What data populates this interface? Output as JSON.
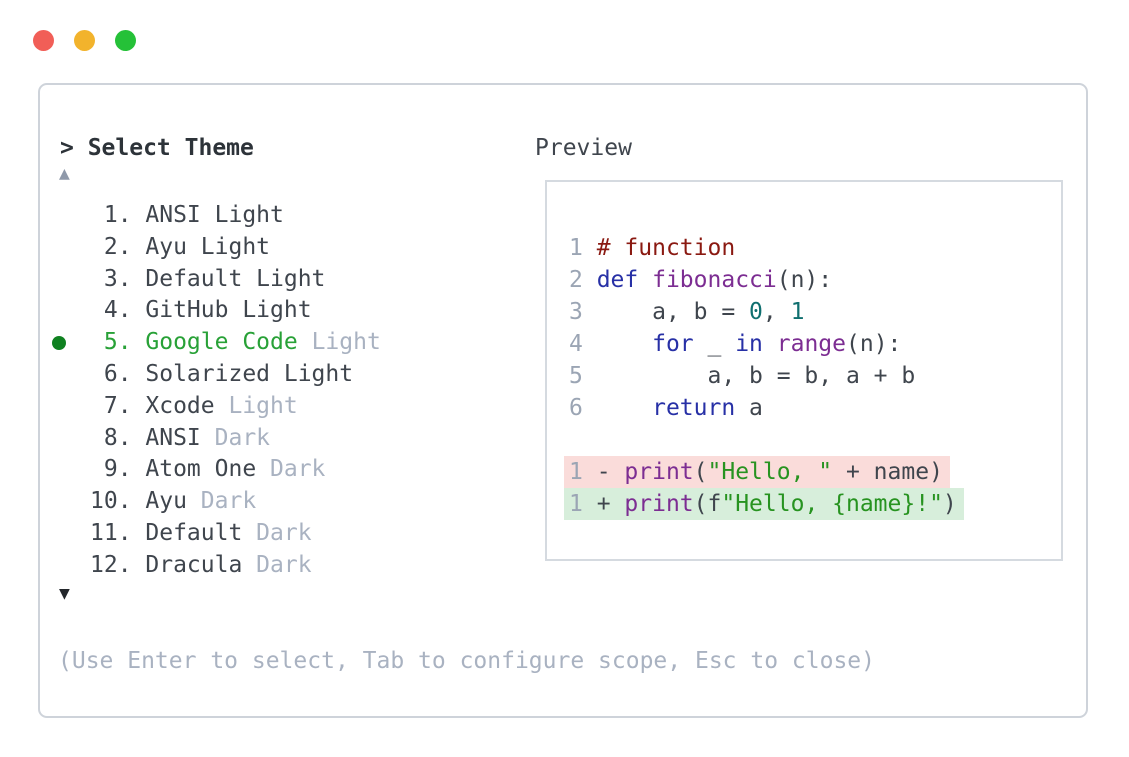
{
  "window": {
    "traffic_lights": [
      {
        "name": "close"
      },
      {
        "name": "minimize"
      },
      {
        "name": "zoom"
      }
    ]
  },
  "picker": {
    "prompt": "> Select Theme",
    "scroll_up": "▲",
    "scroll_down": "▼",
    "items": [
      {
        "num": " 1.",
        "name": "ANSI Light",
        "suffix": "",
        "selected": false
      },
      {
        "num": " 2.",
        "name": "Ayu Light",
        "suffix": "",
        "selected": false
      },
      {
        "num": " 3.",
        "name": "Default Light",
        "suffix": "",
        "selected": false
      },
      {
        "num": " 4.",
        "name": "GitHub Light",
        "suffix": "",
        "selected": false
      },
      {
        "num": " 5.",
        "name": "Google Code",
        "suffix": "Light",
        "selected": true
      },
      {
        "num": " 6.",
        "name": "Solarized Light",
        "suffix": "",
        "selected": false
      },
      {
        "num": " 7.",
        "name": "Xcode",
        "suffix": "Light",
        "selected": false
      },
      {
        "num": " 8.",
        "name": "ANSI",
        "suffix": "Dark",
        "selected": false
      },
      {
        "num": " 9.",
        "name": "Atom One",
        "suffix": "Dark",
        "selected": false
      },
      {
        "num": "10.",
        "name": "Ayu",
        "suffix": "Dark",
        "selected": false
      },
      {
        "num": "11.",
        "name": "Default",
        "suffix": "Dark",
        "selected": false
      },
      {
        "num": "12.",
        "name": "Dracula",
        "suffix": "Dark",
        "selected": false
      }
    ],
    "help": "(Use Enter to select, Tab to configure scope, Esc to close)"
  },
  "preview": {
    "title": "Preview",
    "code_lines": [
      {
        "tokens": [
          {
            "t": "1 ",
            "c": "ln"
          },
          {
            "t": "# function",
            "c": "comment"
          }
        ]
      },
      {
        "tokens": [
          {
            "t": "2 ",
            "c": "ln"
          },
          {
            "t": "def",
            "c": "kw"
          },
          {
            "t": " ",
            "c": "plain"
          },
          {
            "t": "fibonacci",
            "c": "fn"
          },
          {
            "t": "(n):",
            "c": "plain"
          }
        ]
      },
      {
        "tokens": [
          {
            "t": "3 ",
            "c": "ln"
          },
          {
            "t": "    a, b = ",
            "c": "plain"
          },
          {
            "t": "0",
            "c": "num"
          },
          {
            "t": ", ",
            "c": "plain"
          },
          {
            "t": "1",
            "c": "num"
          }
        ]
      },
      {
        "tokens": [
          {
            "t": "4 ",
            "c": "ln"
          },
          {
            "t": "    ",
            "c": "plain"
          },
          {
            "t": "for",
            "c": "kw"
          },
          {
            "t": " _ ",
            "c": "plain"
          },
          {
            "t": "in",
            "c": "kw"
          },
          {
            "t": " ",
            "c": "plain"
          },
          {
            "t": "range",
            "c": "fn"
          },
          {
            "t": "(n):",
            "c": "plain"
          }
        ]
      },
      {
        "tokens": [
          {
            "t": "5 ",
            "c": "ln"
          },
          {
            "t": "        a, b = b, a + b",
            "c": "plain"
          }
        ]
      },
      {
        "tokens": [
          {
            "t": "6 ",
            "c": "ln"
          },
          {
            "t": "    ",
            "c": "plain"
          },
          {
            "t": "return",
            "c": "kw"
          },
          {
            "t": " a",
            "c": "plain"
          }
        ]
      }
    ],
    "diff_lines": [
      {
        "kind": "removed",
        "tokens": [
          {
            "t": "1 ",
            "c": "ln"
          },
          {
            "t": "- ",
            "c": "plain"
          },
          {
            "t": "print",
            "c": "fn"
          },
          {
            "t": "(",
            "c": "plain"
          },
          {
            "t": "\"Hello, \"",
            "c": "str"
          },
          {
            "t": " + name)",
            "c": "plain"
          }
        ]
      },
      {
        "kind": "added",
        "tokens": [
          {
            "t": "1 ",
            "c": "ln"
          },
          {
            "t": "+ ",
            "c": "plain"
          },
          {
            "t": "print",
            "c": "fn"
          },
          {
            "t": "(f",
            "c": "plain"
          },
          {
            "t": "\"Hello, {name}!\"",
            "c": "str"
          },
          {
            "t": ")",
            "c": "plain"
          }
        ]
      }
    ]
  },
  "colors": {
    "traffic_red": "#f15e57",
    "traffic_yellow": "#f2b32c",
    "traffic_green": "#25c138",
    "border": "#ced3da",
    "preview_border": "#d5dae0",
    "prompt_text": "#2d3339",
    "text_primary": "#3f454d",
    "text_muted": "#a9b2c1",
    "accent_green": "#28a137",
    "selected_dot": "#0f8120",
    "scroll_up": "#8f99aa",
    "scroll_down": "#23272b",
    "line_number": "#9ba5b4",
    "comment": "#8a1911",
    "keyword": "#2730a6",
    "name_purple": "#7c2d92",
    "number_teal": "#0f6f6f",
    "string_green": "#279320",
    "diff_removed_bg": "#fadcda",
    "diff_added_bg": "#d7eedb"
  }
}
